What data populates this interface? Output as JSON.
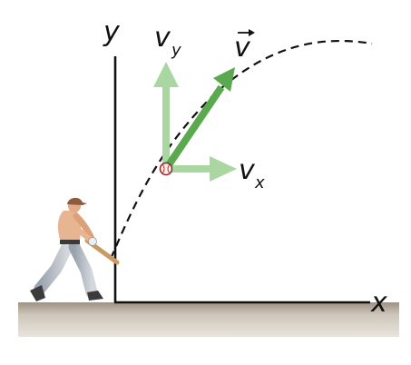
{
  "labels": {
    "y_axis": "y",
    "x_axis": "x",
    "vy": "v",
    "vy_sub": "y",
    "vx": "v",
    "vx_sub": "x",
    "v": "v"
  },
  "colors": {
    "component_arrow": "#a9d6a1",
    "velocity_arrow": "#5aa94f",
    "axis": "#111111",
    "ground_top": "#9e9182",
    "ground_bottom": "#d8d2c8",
    "trajectory": "#111111"
  },
  "icons": {
    "batter": "baseball-batter-figure",
    "ball": "baseball-icon"
  }
}
